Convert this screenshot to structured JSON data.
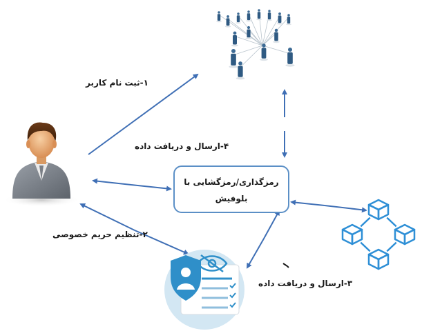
{
  "nodes": {
    "user": {
      "icon": "user-avatar-icon"
    },
    "network": {
      "icon": "people-network-icon"
    },
    "blockchain": {
      "icon": "blockchain-cubes-icon"
    },
    "privacy": {
      "icon": "privacy-profile-card-icon"
    },
    "center": {
      "line1": "رمزگذاری/رمزگشایی با",
      "line2": "بلوفیش"
    }
  },
  "labels": {
    "step1": "۱-ثبت نام کاربر",
    "step2": "۲-تنظیم حریم خصوصی",
    "step3": "۳-ارسال و دریافت داده",
    "step4": "۴-ارسال و دریافت داده"
  },
  "colors": {
    "arrow": "#3f6fb5",
    "box_border": "#5b8fc6",
    "blockchain": "#2e8fd6",
    "privacy_bg": "#d3e7f3",
    "shield": "#2f8fc9"
  }
}
